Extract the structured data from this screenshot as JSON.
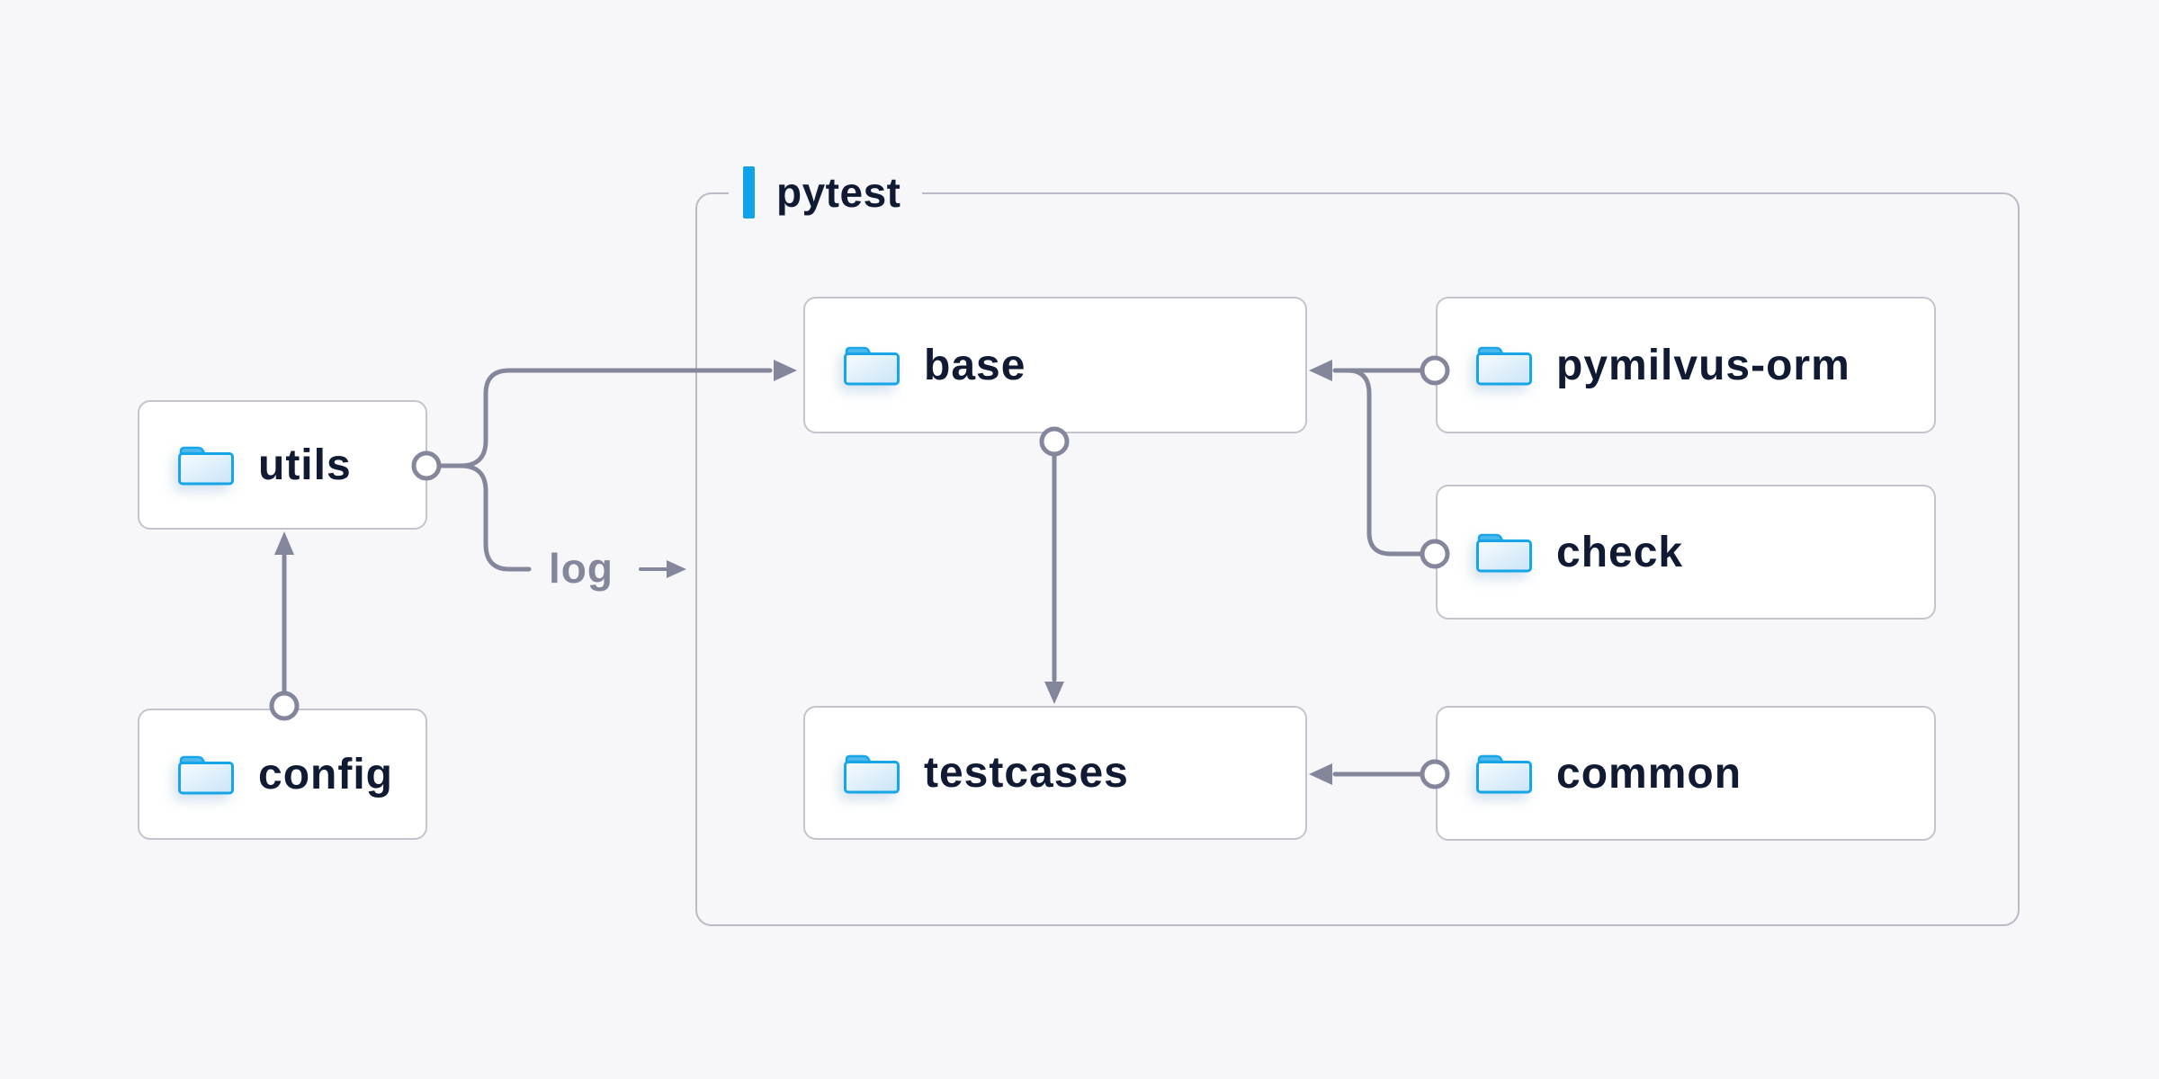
{
  "diagram": {
    "container": {
      "label": "pytest",
      "accent_color": "#10a3e9",
      "border_color": "#b9bbc6"
    },
    "nodes": [
      {
        "id": "utils",
        "label": "utils",
        "icon": "folder-icon"
      },
      {
        "id": "config",
        "label": "config",
        "icon": "folder-icon"
      },
      {
        "id": "base",
        "label": "base",
        "icon": "folder-icon"
      },
      {
        "id": "pymilvus-orm",
        "label": "pymilvus-orm",
        "icon": "folder-icon"
      },
      {
        "id": "check",
        "label": "check",
        "icon": "folder-icon"
      },
      {
        "id": "testcases",
        "label": "testcases",
        "icon": "folder-icon"
      },
      {
        "id": "common",
        "label": "common",
        "icon": "folder-icon"
      }
    ],
    "edges": [
      {
        "from": "config",
        "to": "utils",
        "label": ""
      },
      {
        "from": "utils",
        "to": "base",
        "label": ""
      },
      {
        "from": "utils",
        "to": "pytest",
        "label": "log"
      },
      {
        "from": "base",
        "to": "testcases",
        "label": ""
      },
      {
        "from": "pymilvus-orm",
        "to": "base",
        "label": ""
      },
      {
        "from": "check",
        "to": "base",
        "label": ""
      },
      {
        "from": "common",
        "to": "testcases",
        "label": ""
      }
    ],
    "colors": {
      "background": "#f7f7f9",
      "node_fill": "#ffffff",
      "node_border": "#c3c5ce",
      "container_border": "#b9bbc6",
      "connector": "#84879b",
      "text": "#101b33",
      "edge_label_text": "#84879b",
      "accent_blue": "#10a3e9",
      "folder_stroke": "#17a5e9"
    }
  }
}
